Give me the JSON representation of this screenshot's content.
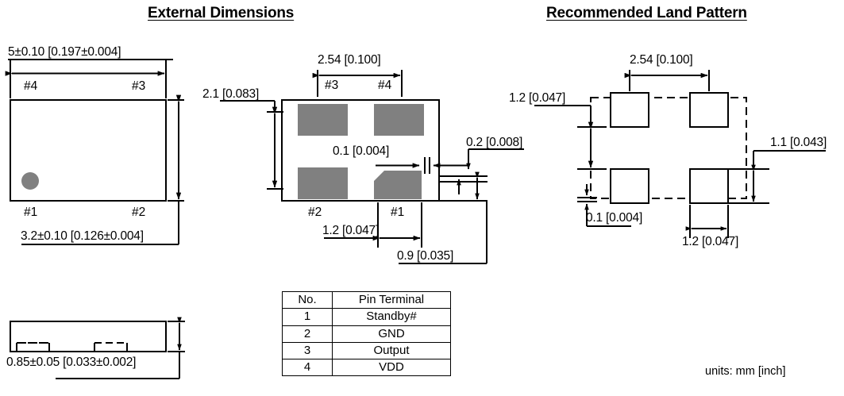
{
  "titles": {
    "left": "External Dimensions",
    "right": "Recommended Land Pattern"
  },
  "units_note": "units:  mm [inch]",
  "top_view": {
    "width_dim": "5±0.10 [0.197±0.004]",
    "height_dim": "3.2±0.10 [0.126±0.004]",
    "pins": {
      "tl": "#4",
      "tr": "#3",
      "bl": "#1",
      "br": "#2"
    }
  },
  "side_view": {
    "thickness_dim": "0.85±0.05 [0.033±0.002]"
  },
  "bottom_view": {
    "pad_pitch_dim": "2.54 [0.100]",
    "pad_span_v_dim": "2.1 [0.083]",
    "gap_dim": "0.1 [0.004]",
    "pad_edge_dim": "0.2 [0.008]",
    "pad_offset_dim": "1.2 [0.047]",
    "pad_width_dim": "0.9 [0.035]",
    "pins": {
      "tl": "#3",
      "tr": "#4",
      "bl": "#2",
      "br": "#1"
    }
  },
  "land_pattern": {
    "pitch_dim": "2.54 [0.100]",
    "pad_height_dim": "1.2 [0.047]",
    "gap_dim": "0.1 [0.004]",
    "pad_right_h_dim": "1.1 [0.043]",
    "pad_width_dim": "1.2 [0.047]"
  },
  "pin_table": {
    "headers": [
      "No.",
      "Pin Terminal"
    ],
    "rows": [
      [
        "1",
        "Standby#"
      ],
      [
        "2",
        "GND"
      ],
      [
        "3",
        "Output"
      ],
      [
        "4",
        "VDD"
      ]
    ]
  },
  "colors": {
    "pad_gray": "#808080",
    "line": "#000000",
    "background": "#ffffff"
  }
}
